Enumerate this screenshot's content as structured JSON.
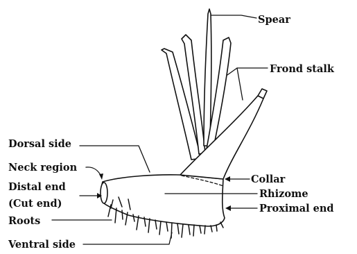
{
  "labels": {
    "spear": "Spear",
    "frond_stalk": "Frond stalk",
    "dorsal_side": "Dorsal side",
    "neck_region": "Neck region",
    "collar": "Collar",
    "distal_end_line1": "Distal end",
    "distal_end_line2": "(Cut end)",
    "rhizome": "Rhizome",
    "roots": "Roots",
    "proximal_end": "Proximal end",
    "ventral_side": "Ventral side"
  },
  "colors": {
    "ink": "#111111",
    "background": "#ffffff"
  }
}
